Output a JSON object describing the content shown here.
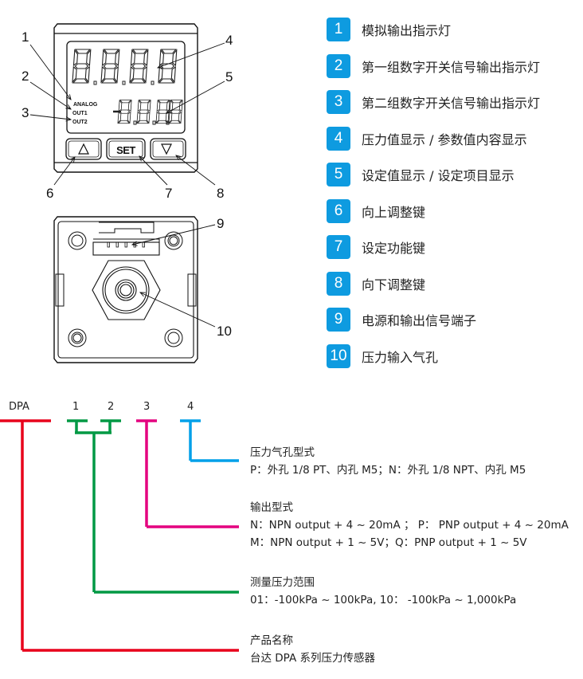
{
  "front_panel": {
    "lcd_labels": [
      "ANALOG",
      "OUT1",
      "OUT2"
    ],
    "buttons": {
      "up": "up-triangle",
      "set": "SET",
      "down": "down-triangle"
    },
    "callouts": [
      "1",
      "2",
      "3",
      "4",
      "5",
      "6",
      "7",
      "8"
    ]
  },
  "rear_panel": {
    "callouts": [
      "9",
      "10"
    ]
  },
  "legend": {
    "items": [
      {
        "num": "1",
        "label": "模拟输出指示灯"
      },
      {
        "num": "2",
        "label": "第一组数字开关信号输出指示灯"
      },
      {
        "num": "3",
        "label": "第二组数字开关信号输出指示灯"
      },
      {
        "num": "4",
        "label": "压力值显示 / 参数值内容显示"
      },
      {
        "num": "5",
        "label": "设定值显示 / 设定项目显示"
      },
      {
        "num": "6",
        "label": "向上调整键"
      },
      {
        "num": "7",
        "label": "设定功能键"
      },
      {
        "num": "8",
        "label": "向下调整键"
      },
      {
        "num": "9",
        "label": "电源和输出信号端子"
      },
      {
        "num": "10",
        "label": "压力输入气孔"
      }
    ],
    "badge_color": "#0e9be0"
  },
  "model_code": {
    "segments": [
      {
        "label": "DPA",
        "color": "#e8001b"
      },
      {
        "label": "1",
        "color": "#009944"
      },
      {
        "label": "2",
        "color": "#009944"
      },
      {
        "label": "3",
        "color": "#e4007f"
      },
      {
        "label": "4",
        "color": "#00a0e9"
      }
    ],
    "descriptions": [
      {
        "title": "压力气孔型式",
        "lines": [
          "P：外孔 1/8 PT、内孔 M5；N：外孔 1/8 NPT、内孔 M5"
        ]
      },
      {
        "title": "输出型式",
        "lines": [
          "N：NPN output + 4 ~ 20mA ； P： PNP output + 4 ~ 20mA",
          "M：NPN output + 1 ~ 5V；Q：PNP output + 1 ~ 5V"
        ]
      },
      {
        "title": "测量压力范围",
        "lines": [
          "01：-100kPa ~ 100kPa, 10： -100kPa ~ 1,000kPa"
        ]
      },
      {
        "title": "产品名称",
        "lines": [
          "台达 DPA 系列压力传感器"
        ]
      }
    ]
  }
}
